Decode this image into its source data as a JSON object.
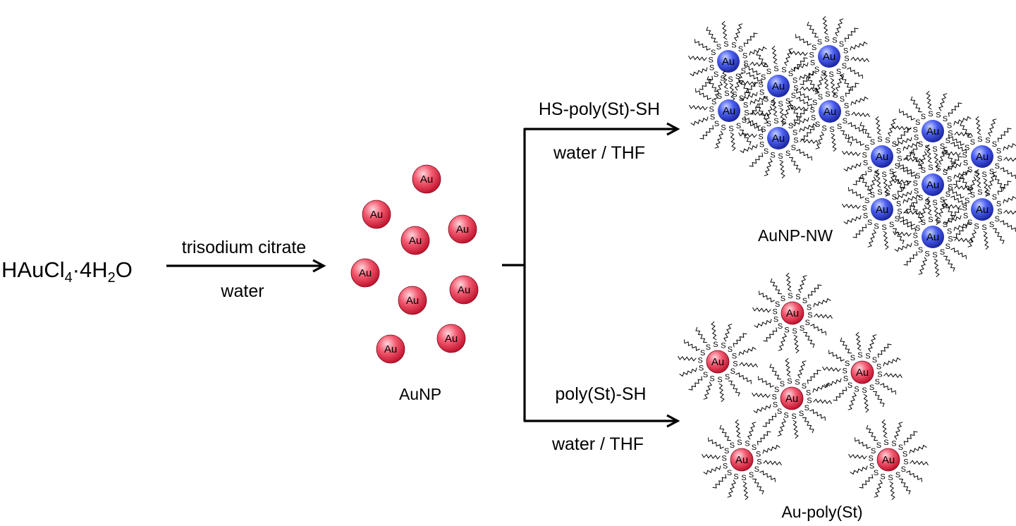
{
  "reactant": {
    "base": "HAuCl",
    "sub1": "4",
    "mid": "·4H",
    "sub2": "2",
    "tail": "O"
  },
  "step1": {
    "reagent": "trisodium citrate",
    "solvent": "water"
  },
  "aunp_label": "AuNP",
  "upper_branch": {
    "reagent": "HS-poly(St)-SH",
    "solvent": "water / THF"
  },
  "lower_branch": {
    "reagent": "poly(St)-SH",
    "solvent": "water / THF"
  },
  "network_label": "AuNP-NW",
  "coated_label": "Au-poly(St)",
  "particle_text": "Au",
  "ligand_atom": "S",
  "colors": {
    "red_core": "#e8334d",
    "red_highlight": "#ffd6dc",
    "blue_core": "#2e3fd6",
    "blue_highlight": "#c9d2ff",
    "line": "#000000"
  }
}
